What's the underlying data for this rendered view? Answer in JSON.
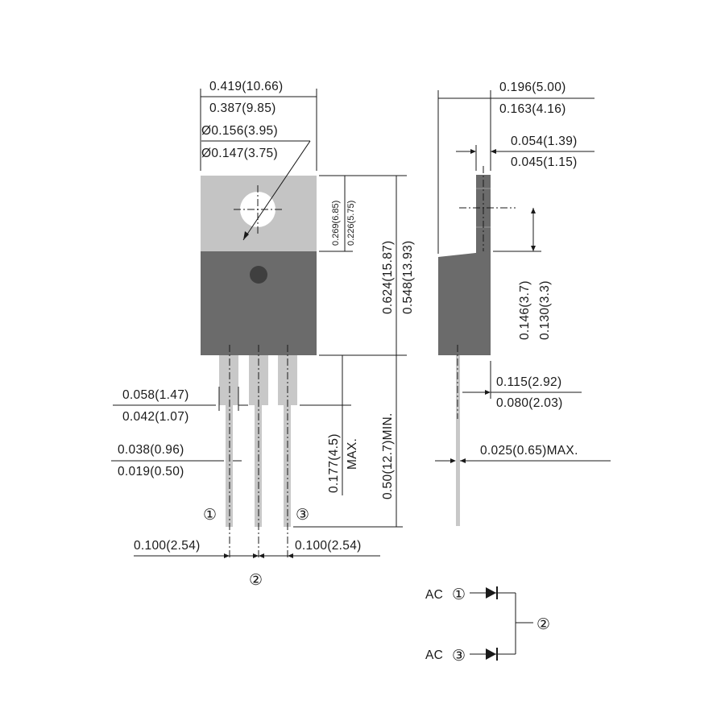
{
  "front": {
    "width_max": "0.419(10.66)",
    "width_min": "0.387(9.85)",
    "hole_max": "Ø0.156(3.95)",
    "hole_min": "Ø0.147(3.75)",
    "hole_pos_max": "0.269(6.85)",
    "hole_pos_min": "0.226(5.75)",
    "body_h_max": "0.624(15.87)",
    "body_h_min": "0.548(13.93)",
    "lead_w_max": "0.058(1.47)",
    "lead_w_min": "0.042(1.07)",
    "lead_t_max": "0.038(0.96)",
    "lead_t_min": "0.019(0.50)",
    "shoulder": "0.177(4.5)",
    "shoulder_note": "MAX.",
    "lead_len": "0.50(12.7)MIN.",
    "pitch_left": "0.100(2.54)",
    "pitch_right": "0.100(2.54)",
    "pin1": "①",
    "pin2": "②",
    "pin3": "③"
  },
  "side": {
    "depth_max": "0.196(5.00)",
    "depth_min": "0.163(4.16)",
    "tab_max": "0.054(1.39)",
    "tab_min": "0.045(1.15)",
    "tab_h_max": "0.146(3.7)",
    "tab_h_min": "0.130(3.3)",
    "lead_off_max": "0.115(2.92)",
    "lead_off_min": "0.080(2.03)",
    "lead_dia": "0.025(0.65)MAX."
  },
  "schematic": {
    "ac1_text": "AC",
    "ac1_pin": "①",
    "ac3_text": "AC",
    "ac3_pin": "③",
    "common_pin": "②"
  },
  "colors": {
    "tab": "#c4c4c4",
    "body": "#6b6b6b",
    "lead": "#c8c8c8",
    "line": "#1a1a1a"
  }
}
